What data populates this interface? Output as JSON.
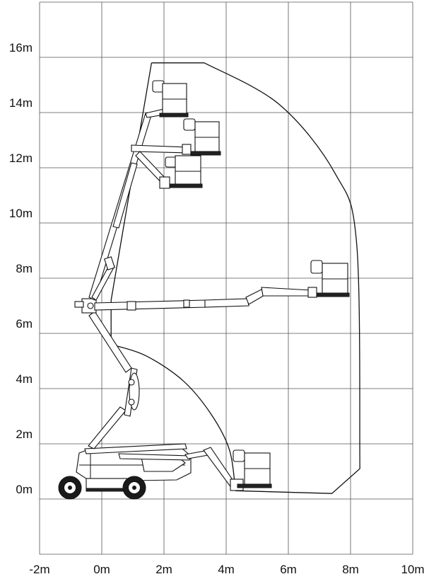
{
  "chart_data": {
    "type": "working-envelope",
    "x_unit": "m",
    "y_unit": "m",
    "xlim": [
      -2,
      10
    ],
    "ylim": [
      -2,
      18
    ],
    "x_ticks": [
      {
        "value": -2,
        "label": "-2m"
      },
      {
        "value": 0,
        "label": "0m"
      },
      {
        "value": 2,
        "label": "2m"
      },
      {
        "value": 4,
        "label": "4m"
      },
      {
        "value": 6,
        "label": "6m"
      },
      {
        "value": 8,
        "label": "8m"
      },
      {
        "value": 10,
        "label": "10m"
      }
    ],
    "y_ticks": [
      {
        "value": 0,
        "label": "0m"
      },
      {
        "value": 2,
        "label": "2m"
      },
      {
        "value": 4,
        "label": "4m"
      },
      {
        "value": 6,
        "label": "6m"
      },
      {
        "value": 8,
        "label": "8m"
      },
      {
        "value": 10,
        "label": "10m"
      },
      {
        "value": 12,
        "label": "12m"
      },
      {
        "value": 14,
        "label": "14m"
      },
      {
        "value": 16,
        "label": "16m"
      }
    ],
    "grid_x": [
      -2,
      0,
      2,
      4,
      6,
      8,
      10
    ],
    "grid_y": [
      -2,
      0,
      2,
      4,
      6,
      8,
      10,
      12,
      14,
      16,
      18
    ],
    "grid": true,
    "outer_envelope": {
      "max_height": 15.8,
      "max_outreach": 8.3,
      "points": [
        [
          1.6,
          15.8
        ],
        [
          3.3,
          15.8
        ],
        [
          5.7,
          14.3
        ],
        [
          7.5,
          11.8
        ],
        [
          8.2,
          9.2
        ],
        [
          8.3,
          1.1
        ],
        [
          7.4,
          0.2
        ],
        [
          4.3,
          0.3
        ]
      ]
    },
    "inner_envelope": {
      "points": [
        [
          0.3,
          5.6
        ],
        [
          1.4,
          5.2
        ],
        [
          2.6,
          4.3
        ],
        [
          3.5,
          3.1
        ],
        [
          4.1,
          1.8
        ],
        [
          4.3,
          0.3
        ]
      ]
    },
    "platform_positions": [
      {
        "x": 1.8,
        "y": 14.2
      },
      {
        "x": 2.9,
        "y": 12.9
      },
      {
        "x": 2.3,
        "y": 11.8
      },
      {
        "x": 7.7,
        "y": 8.0
      },
      {
        "x": 4.8,
        "y": 0.9
      }
    ]
  }
}
